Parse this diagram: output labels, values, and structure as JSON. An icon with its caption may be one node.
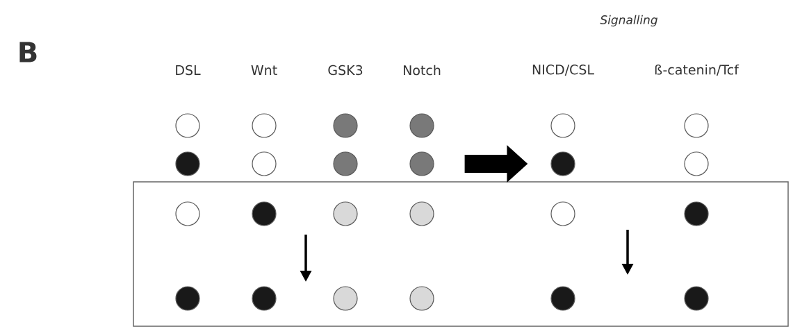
{
  "diagram": {
    "nodes": [
      {
        "text": [],
        "shape": "circle"
      },
      {
        "text": [],
        "shape": "circle"
      },
      {
        "text": [],
        "shape": "circle"
      },
      {
        "text": [],
        "shape": "circle"
      },
      {
        "text": [],
        "shape": "circle"
      },
      {
        "text": [],
        "shape": "circle"
      },
      {
        "text": [],
        "shape": "circle"
      },
      {
        "text": [],
        "shape": "circle"
      },
      {
        "text": [],
        "shape": "circle"
      },
      {
        "text": [],
        "shape": "circle"
      },
      {
        "text": [],
        "shape": "circle"
      },
      {
        "text": [],
        "shape": "circle"
      },
      {
        "text": [],
        "shape": "box"
      },
      {
        "text": [],
        "shape": "circle",
        "in": 12
      },
      {
        "text": [],
        "shape": "circle",
        "in": 12
      },
      {
        "text": [],
        "shape": "circle",
        "in": 12
      },
      {
        "text": [],
        "shape": "circle",
        "in": 12
      },
      {
        "text": [],
        "shape": "circle",
        "in": 12
      },
      {
        "text": [],
        "shape": "circle",
        "in": 12
      },
      {
        "text": [],
        "shape": "circle",
        "in": 12
      },
      {
        "text": [],
        "shape": "circle",
        "in": 12
      },
      {
        "text": [],
        "shape": "circle",
        "in": 12
      },
      {
        "text": [],
        "shape": "circle",
        "in": 12
      },
      {
        "text": [],
        "shape": "circle",
        "in": 12
      },
      {
        "text": [],
        "shape": "circle",
        "in": 12
      }
    ],
    "edges": [
      {
        "from": 9,
        "to": 10,
        "arrow": "to"
      }
    ],
    "labels": [
      "B",
      "Signalling",
      "DSL",
      "Wnt",
      "GSK3",
      "Notch",
      "NICD/CSL",
      "ß-catenin/Tcf"
    ]
  }
}
